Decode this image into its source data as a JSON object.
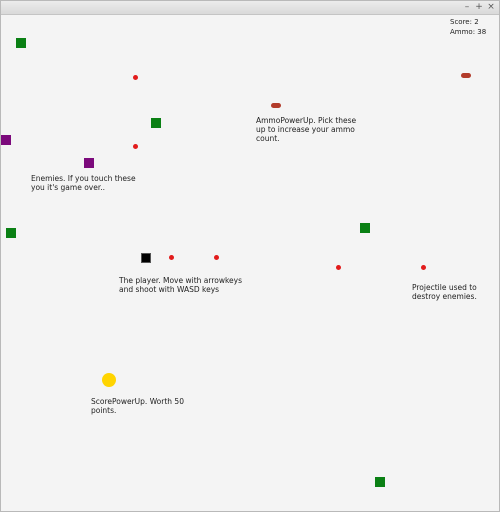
{
  "window": {
    "minimize_glyph": "–",
    "maximize_glyph": "+",
    "close_glyph": "×"
  },
  "hud": {
    "score": "Score: 2",
    "ammo": "Ammo: 38"
  },
  "labels": {
    "ammo_powerup": "AmmoPowerUp. Pick these up to increase your ammo count.",
    "enemies": "Enemies. If you touch these you it's game over..",
    "player": "The player. Move with arrowkeys and shoot with WASD keys",
    "projectile": "Projectile used to destroy enemies.",
    "score_powerup": "ScorePowerUp. Worth 50 points."
  },
  "colors": {
    "enemy_green": "#0a8014",
    "enemy_purple": "#7c0a7c",
    "player": "#000000",
    "projectile": "#e21b1b",
    "ammo_powerup": "#b23b2a",
    "score_powerup": "#ffd400",
    "background": "#f4f4f4"
  }
}
